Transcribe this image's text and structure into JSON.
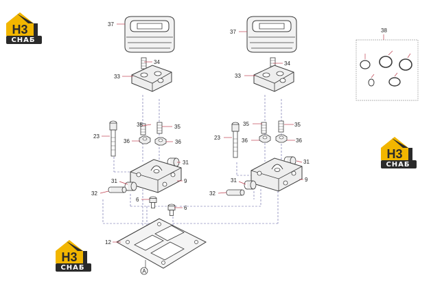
{
  "brand": {
    "logo_mark": "H3",
    "logo_text": "СНАБ",
    "colors": {
      "yellow": "#f2b600",
      "dark": "#2a2a2a"
    }
  },
  "callouts": {
    "n37": "37",
    "n34": "34",
    "n33": "33",
    "n35": "35",
    "n36": "36",
    "n23": "23",
    "n31": "31",
    "n9": "9",
    "n32": "32",
    "n6": "6",
    "n12": "12",
    "n38": "38"
  },
  "view_marker": "A",
  "colors": {
    "line": "#3a3a3a",
    "leader": "#c04050",
    "dash": "#5a5aa0",
    "fill": "#eeeeee"
  }
}
